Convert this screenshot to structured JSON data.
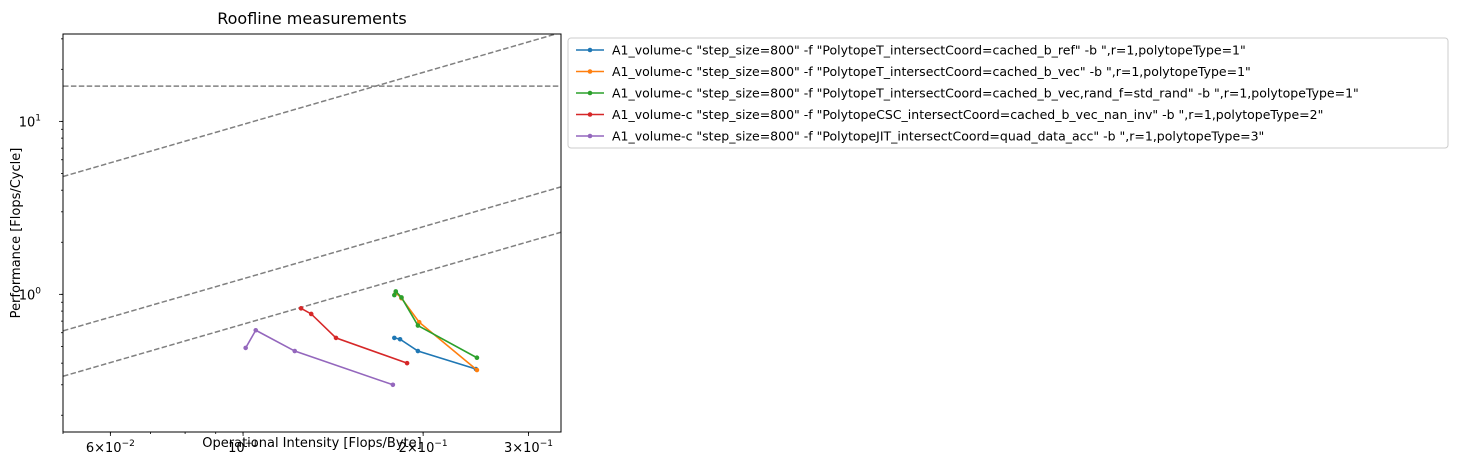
{
  "chart_data": {
    "type": "line",
    "title": "Roofline measurements",
    "xlabel": "Operational Intensity [Flops/Byte]",
    "ylabel": "Performance [Flops/Cycle]",
    "xscale": "log",
    "yscale": "log",
    "xlim": [
      0.05,
      0.34
    ],
    "ylim": [
      0.16,
      32
    ],
    "x_ticks": [
      {
        "value": 0.06,
        "base": "6",
        "exp": "-2"
      },
      {
        "value": 0.1,
        "base": "10",
        "exp": "-1"
      },
      {
        "value": 0.2,
        "base": "2",
        "exp": "-1"
      },
      {
        "value": 0.3,
        "base": "3",
        "exp": "-1"
      }
    ],
    "y_ticks": [
      {
        "value": 1,
        "base": "10",
        "exp": "0"
      },
      {
        "value": 10,
        "base": "10",
        "exp": "1"
      }
    ],
    "grid": false,
    "legend_position": "outside-right",
    "rooflines": {
      "color": "#808080",
      "style": "dashed",
      "horizontal": [
        16
      ],
      "slopes": [
        96,
        12.3,
        6.72
      ]
    },
    "series": [
      {
        "name": "A1_volume-c \"step_size=800\" -f \"PolytopeT_intersectCoord=cached_b_ref\" -b \",r=1,polytopeType=1\"",
        "color": "#1f77b4",
        "x": [
          0.179,
          0.183,
          0.196,
          0.245
        ],
        "y": [
          0.56,
          0.55,
          0.47,
          0.37
        ]
      },
      {
        "name": "A1_volume-c \"step_size=800\" -f \"PolytopeT_intersectCoord=cached_b_vec\" -b \",r=1,polytopeType=1\"",
        "color": "#ff7f0e",
        "x": [
          0.18,
          0.184,
          0.197,
          0.246
        ],
        "y": [
          1.02,
          0.95,
          0.69,
          0.365
        ]
      },
      {
        "name": "A1_volume-c \"step_size=800\" -f \"PolytopeT_intersectCoord=cached_b_vec,rand_f=std_rand\" -b \",r=1,polytopeType=1\"",
        "color": "#2ca02c",
        "x": [
          0.179,
          0.18,
          0.184,
          0.196,
          0.246
        ],
        "y": [
          0.99,
          1.04,
          0.96,
          0.66,
          0.43
        ]
      },
      {
        "name": "A1_volume-c \"step_size=800\" -f \"PolytopeCSC_intersectCoord=cached_b_vec_nan_inv\" -b \",r=1,polytopeType=2\"",
        "color": "#d62728",
        "x": [
          0.125,
          0.13,
          0.143,
          0.188
        ],
        "y": [
          0.83,
          0.77,
          0.56,
          0.4
        ]
      },
      {
        "name": "A1_volume-c \"step_size=800\" -f \"PolytopeJIT_intersectCoord=quad_data_acc\" -b \",r=1,polytopeType=3\"",
        "color": "#9467bd",
        "x": [
          0.101,
          0.105,
          0.122,
          0.178
        ],
        "y": [
          0.49,
          0.62,
          0.47,
          0.3
        ]
      }
    ]
  }
}
